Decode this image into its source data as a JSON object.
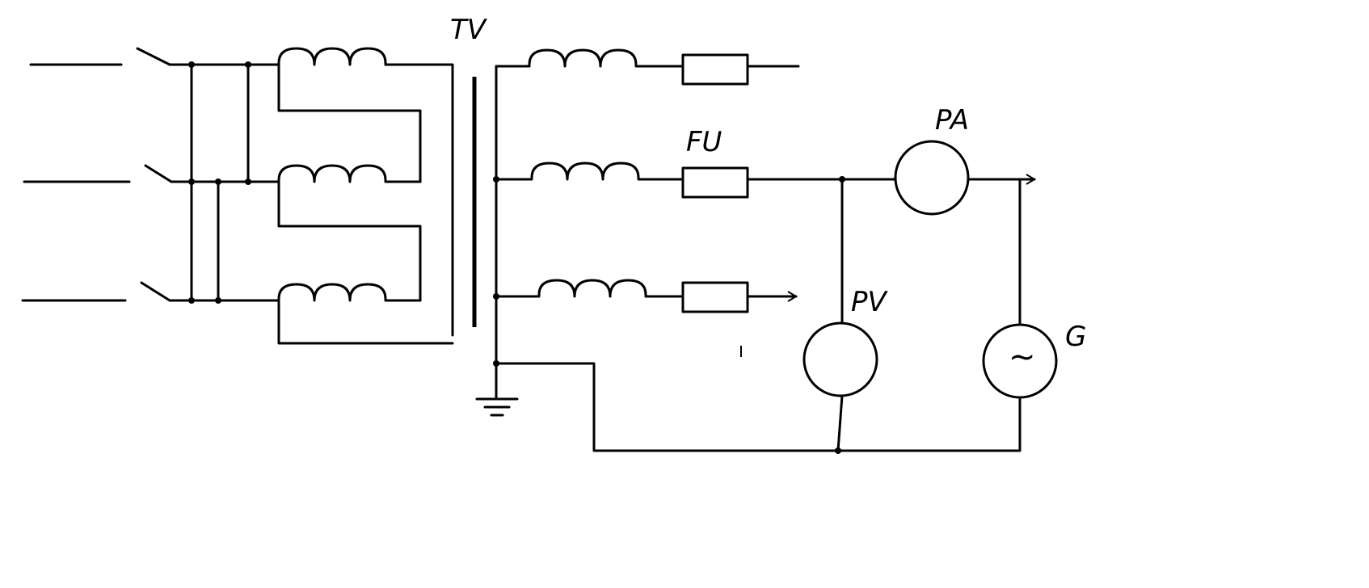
{
  "labels": {
    "transformer": "TV",
    "fuse": "FU",
    "ammeter": "PA",
    "voltmeter": "PV",
    "generator": "G",
    "generator_symbol": "~"
  }
}
